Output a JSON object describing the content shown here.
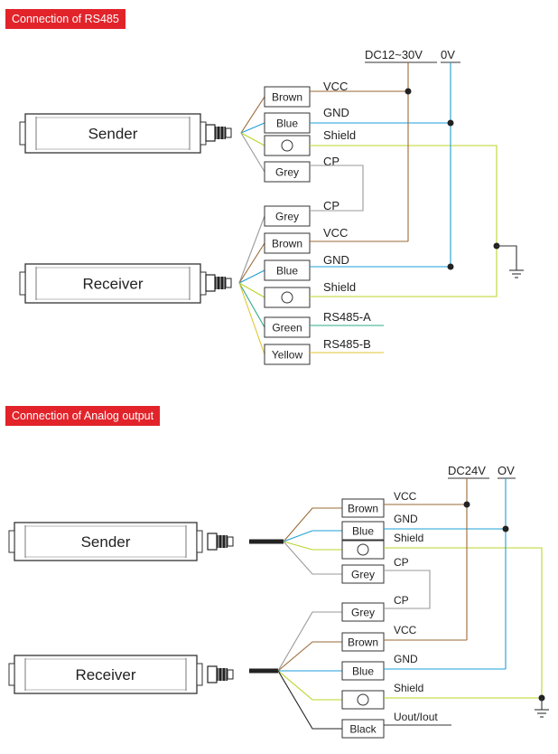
{
  "colors": {
    "accent_red": "#e2232a",
    "brown": "#9b6a35",
    "blue": "#1e9fd8",
    "shield_yellow": "#bcd42a",
    "grey": "#999999",
    "green": "#2eaa8a",
    "yellow": "#e2c62e",
    "black": "#222222"
  },
  "rs485": {
    "section_title": "Connection of RS485",
    "power_label": "DC12~30V",
    "zero_label": "0V",
    "sender_label": "Sender",
    "receiver_label": "Receiver",
    "sender_wires": [
      {
        "box": "Brown",
        "signal": "VCC"
      },
      {
        "box": "Blue",
        "signal": "GND"
      },
      {
        "box": "",
        "signal": "Shield"
      },
      {
        "box": "Grey",
        "signal": "CP"
      }
    ],
    "receiver_wires": [
      {
        "box": "Grey",
        "signal": "CP"
      },
      {
        "box": "Brown",
        "signal": "VCC"
      },
      {
        "box": "Blue",
        "signal": "GND"
      },
      {
        "box": "",
        "signal": "Shield"
      },
      {
        "box": "Green",
        "signal": "RS485-A"
      },
      {
        "box": "Yellow",
        "signal": "RS485-B"
      }
    ]
  },
  "analog": {
    "section_title": "Connection of Analog output",
    "power_label": "DC24V",
    "zero_label": "OV",
    "sender_label": "Sender",
    "receiver_label": "Receiver",
    "sender_wires": [
      {
        "box": "Brown",
        "signal": "VCC"
      },
      {
        "box": "Blue",
        "signal": "GND"
      },
      {
        "box": "",
        "signal": "Shield"
      },
      {
        "box": "Grey",
        "signal": "CP"
      }
    ],
    "receiver_wires": [
      {
        "box": "Grey",
        "signal": "CP"
      },
      {
        "box": "Brown",
        "signal": "VCC"
      },
      {
        "box": "Blue",
        "signal": "GND"
      },
      {
        "box": "",
        "signal": "Shield"
      },
      {
        "box": "Black",
        "signal": "Uout/Iout"
      }
    ]
  }
}
